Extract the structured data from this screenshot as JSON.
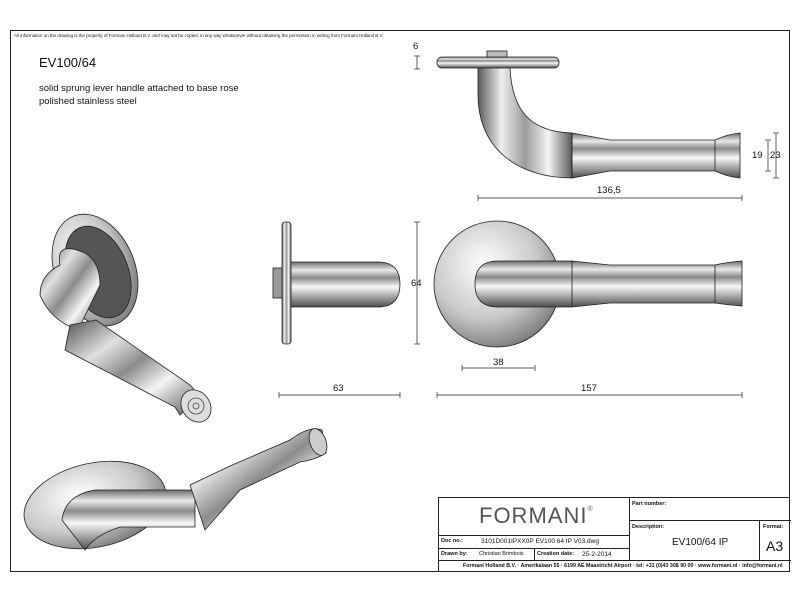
{
  "notice": "All information on the drawing is the property of Formani Holland B.V. and may not be copied, in any way whatsoever without obtaining the permission in writing from Formani Holland B.V.",
  "product": {
    "code": "EV100/64",
    "description_line1": "solid sprung lever handle attached to base rose",
    "description_line2": "polished stainless steel"
  },
  "dimensions": {
    "rose_thickness": "6",
    "grip_small": "19",
    "grip_large": "23",
    "length_top": "136,5",
    "height_side": "64",
    "projection": "63",
    "rose_diameter": "38",
    "total_length": "157"
  },
  "title_block": {
    "brand": "FORMANI",
    "brand_mark": "®",
    "part_number_label": "Part number:",
    "part_number_value": "",
    "description_label": "Description:",
    "description_value": "EV100/64 IP",
    "format_label": "Format:",
    "format_value": "A3",
    "doc_no_label": "Doc no.:",
    "doc_no_value": "3101D001IPXX0P EV100 64 IP V03.dwg",
    "drawn_by_label": "Drawn by:",
    "drawn_by_value": "Christian Brimbois",
    "creation_date_label": "Creation date:",
    "creation_date_value": "25-2-2014",
    "footer": "Formani Holland B.V.  ·  Amerikalaan 55  ·  6199 AE Maastricht Airport  ·  tel: +31 (0)43 308 90 00  ·  www.formani.nl  ·  info@formani.nl"
  },
  "colors": {
    "line": "#222222",
    "steel_light": "#f2f2f2",
    "steel_dark": "#6e6e6e",
    "rose_dark": "#555555"
  }
}
